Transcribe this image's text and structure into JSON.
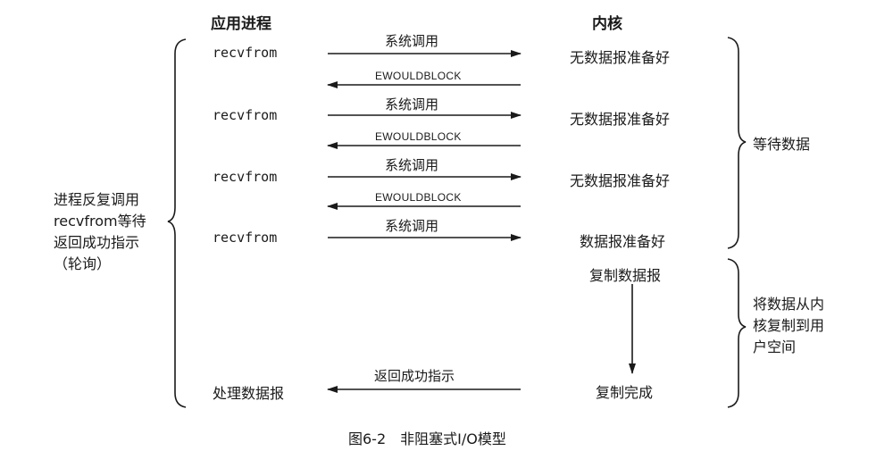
{
  "headers": {
    "app": "应用进程",
    "kernel": "内核"
  },
  "rows": [
    {
      "app": "recvfrom",
      "call": "系统调用",
      "kernel": "无数据报准备好",
      "reply": "EWOULDBLOCK"
    },
    {
      "app": "recvfrom",
      "call": "系统调用",
      "kernel": "无数据报准备好",
      "reply": "EWOULDBLOCK"
    },
    {
      "app": "recvfrom",
      "call": "系统调用",
      "kernel": "无数据报准备好",
      "reply": "EWOULDBLOCK"
    },
    {
      "app": "recvfrom",
      "call": "系统调用",
      "kernel": "数据报准备好"
    }
  ],
  "copy": {
    "start": "复制数据报",
    "done": "复制完成"
  },
  "final": {
    "app": "处理数据报",
    "label": "返回成功指示"
  },
  "left_note": [
    "进程反复调用",
    "recvfrom等待",
    "返回成功指示",
    "（轮询）"
  ],
  "right_notes": {
    "wait": "等待数据",
    "copy": [
      "将数据从内",
      "核复制到用",
      "户空间"
    ]
  },
  "caption": "图6-2　非阻塞式I/O模型"
}
